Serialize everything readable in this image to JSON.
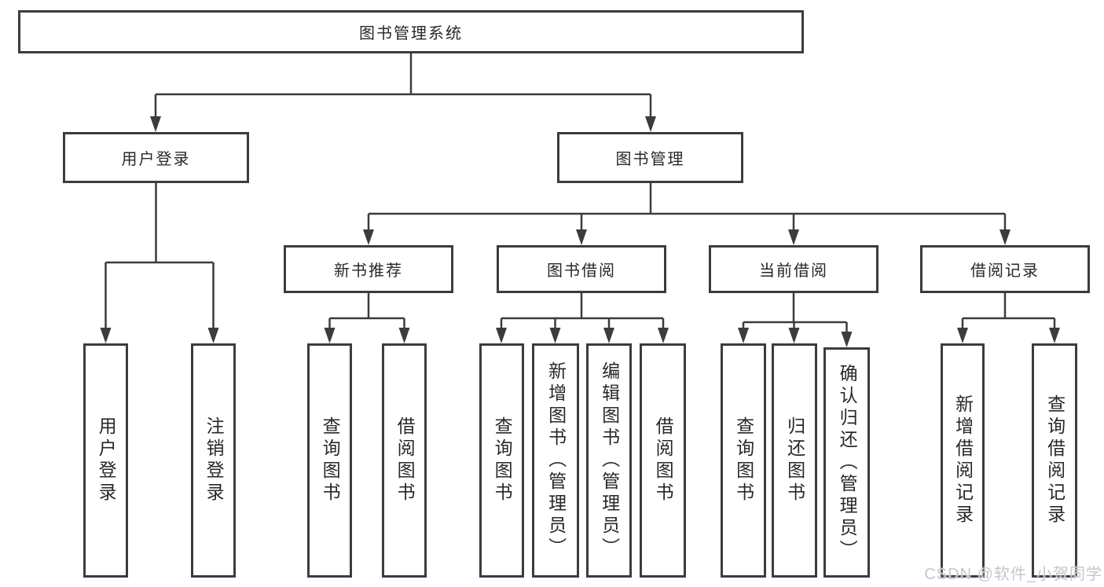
{
  "colors": {
    "line": "#3a3c40",
    "text": "#26282c",
    "box_bg": "#ffffff",
    "page_bg": "#ffffff",
    "watermark": "#c3c6cc"
  },
  "watermark": {
    "text": "CSDN @软件_小贺同学"
  },
  "tree": {
    "root": {
      "label": "图书管理系统",
      "children": [
        {
          "label": "用户登录",
          "children": [
            {
              "label": "用户登录"
            },
            {
              "label": "注销登录"
            }
          ]
        },
        {
          "label": "图书管理",
          "children": [
            {
              "label": "新书推荐",
              "children": [
                {
                  "label": "查询图书"
                },
                {
                  "label": "借阅图书"
                }
              ]
            },
            {
              "label": "图书借阅",
              "children": [
                {
                  "label": "查询图书"
                },
                {
                  "label": "新增图书（管理员）"
                },
                {
                  "label": "编辑图书（管理员）"
                },
                {
                  "label": "借阅图书"
                }
              ]
            },
            {
              "label": "当前借阅",
              "children": [
                {
                  "label": "查询图书"
                },
                {
                  "label": "归还图书"
                },
                {
                  "label": "确认归还（管理员）"
                }
              ]
            },
            {
              "label": "借阅记录",
              "children": [
                {
                  "label": "新增借阅记录"
                },
                {
                  "label": "查询借阅记录"
                }
              ]
            }
          ]
        }
      ]
    }
  }
}
